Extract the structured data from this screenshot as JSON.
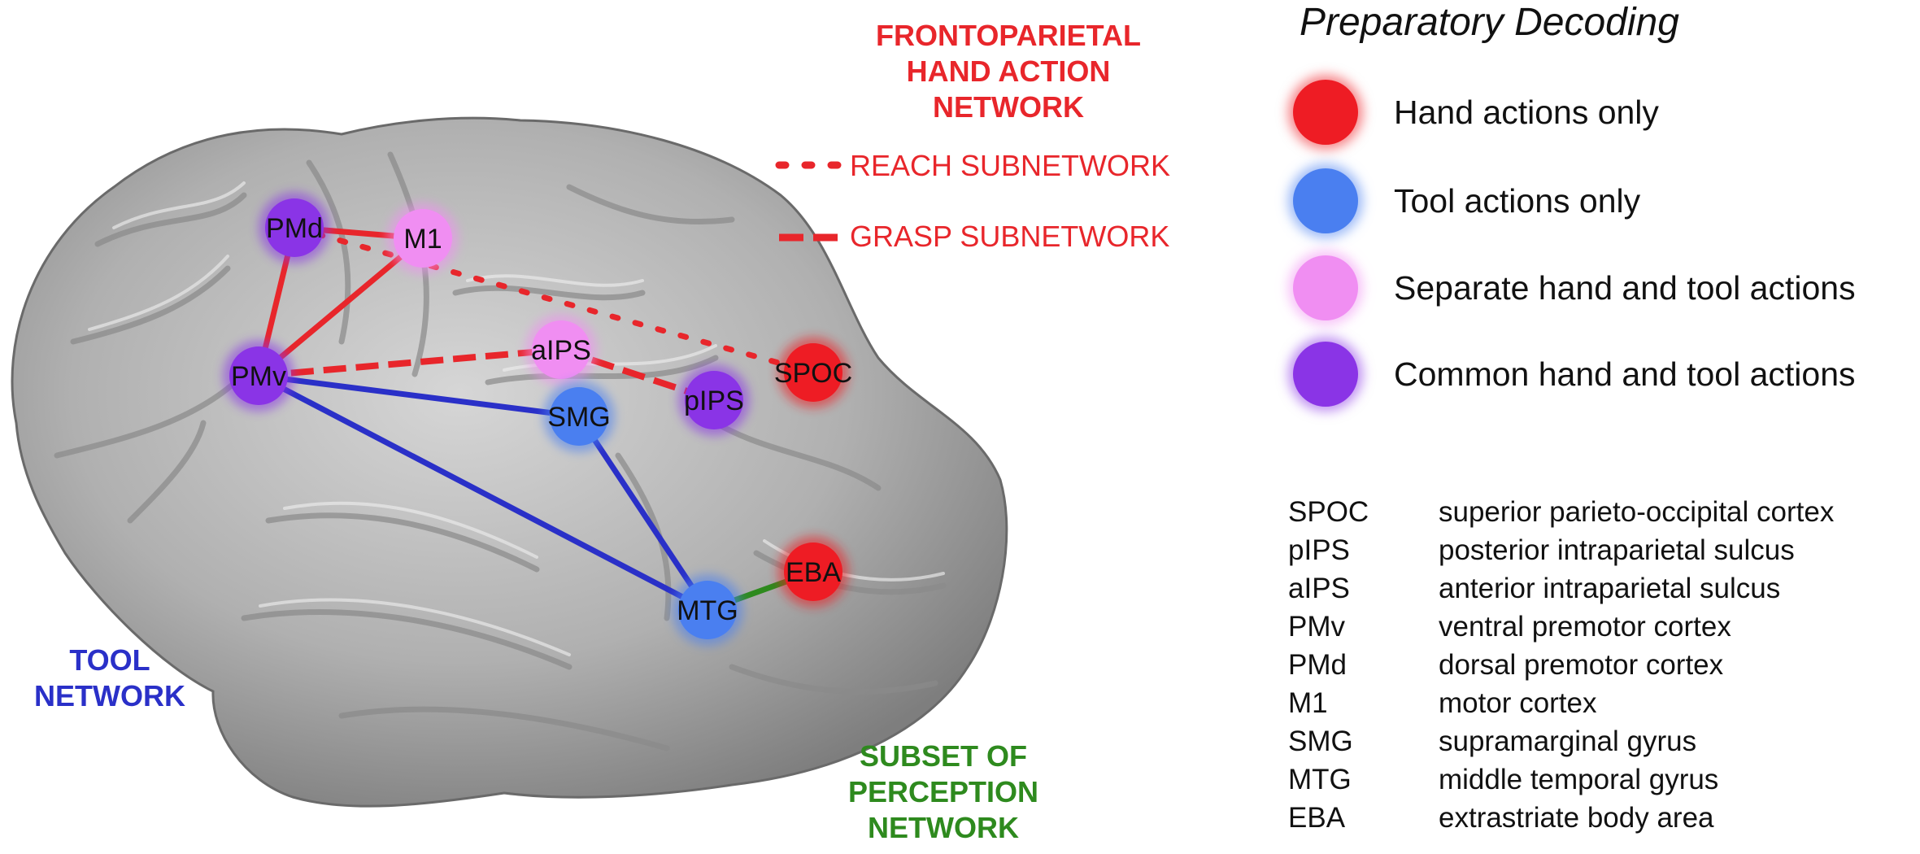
{
  "network_title": [
    "FRONTOPARIETAL",
    "HAND ACTION",
    "NETWORK"
  ],
  "reach_subnetwork_label": "REACH SUBNETWORK",
  "grasp_subnetwork_label": "GRASP SUBNETWORK",
  "tool_network_label": [
    "TOOL",
    "NETWORK"
  ],
  "perception_network_label": [
    "SUBSET OF",
    "PERCEPTION",
    "NETWORK"
  ],
  "legend": {
    "title": "Preparatory Decoding",
    "items": [
      {
        "label": "Hand actions only",
        "color": "#ee1c24"
      },
      {
        "label": "Tool actions only",
        "color": "#4a7ff0"
      },
      {
        "label": "Separate hand and tool actions",
        "color": "#f08ef2"
      },
      {
        "label": "Common hand and tool actions",
        "color": "#8a34e6"
      }
    ]
  },
  "nodes": [
    {
      "id": "PMd",
      "category": "Common hand and tool actions"
    },
    {
      "id": "M1",
      "category": "Separate hand and tool actions"
    },
    {
      "id": "PMv",
      "category": "Common hand and tool actions"
    },
    {
      "id": "aIPS",
      "category": "Separate hand and tool actions"
    },
    {
      "id": "SPOC",
      "category": "Hand actions only"
    },
    {
      "id": "pIPS",
      "category": "Common hand and tool actions"
    },
    {
      "id": "SMG",
      "category": "Tool actions only"
    },
    {
      "id": "EBA",
      "category": "Hand actions only"
    },
    {
      "id": "MTG",
      "category": "Tool actions only"
    }
  ],
  "edges": [
    {
      "from": "PMd",
      "to": "M1",
      "network": "hand"
    },
    {
      "from": "PMd",
      "to": "PMv",
      "network": "hand"
    },
    {
      "from": "PMv",
      "to": "M1",
      "network": "hand"
    },
    {
      "from": "PMd",
      "to": "SPOC",
      "network": "reach"
    },
    {
      "from": "PMv",
      "to": "aIPS",
      "network": "grasp"
    },
    {
      "from": "aIPS",
      "to": "pIPS",
      "network": "grasp"
    },
    {
      "from": "PMv",
      "to": "SMG",
      "network": "tool"
    },
    {
      "from": "PMv",
      "to": "MTG",
      "network": "tool"
    },
    {
      "from": "SMG",
      "to": "MTG",
      "network": "tool"
    },
    {
      "from": "MTG",
      "to": "EBA",
      "network": "perception"
    }
  ],
  "abbreviations": [
    {
      "abbr": "SPOC",
      "full": "superior parieto-occipital cortex"
    },
    {
      "abbr": "pIPS",
      "full": "posterior intraparietal sulcus"
    },
    {
      "abbr": "aIPS",
      "full": "anterior intraparietal sulcus"
    },
    {
      "abbr": "PMv",
      "full": "ventral premotor cortex"
    },
    {
      "abbr": "PMd",
      "full": "dorsal premotor cortex"
    },
    {
      "abbr": "M1",
      "full": "motor cortex"
    },
    {
      "abbr": "SMG",
      "full": "supramarginal gyrus"
    },
    {
      "abbr": "MTG",
      "full": "middle temporal gyrus"
    },
    {
      "abbr": "EBA",
      "full": "extrastriate body area"
    }
  ],
  "colors": {
    "hand_network": "#e8262b",
    "tool_network": "#2a30c8",
    "perception_network": "#2e8a1e"
  }
}
